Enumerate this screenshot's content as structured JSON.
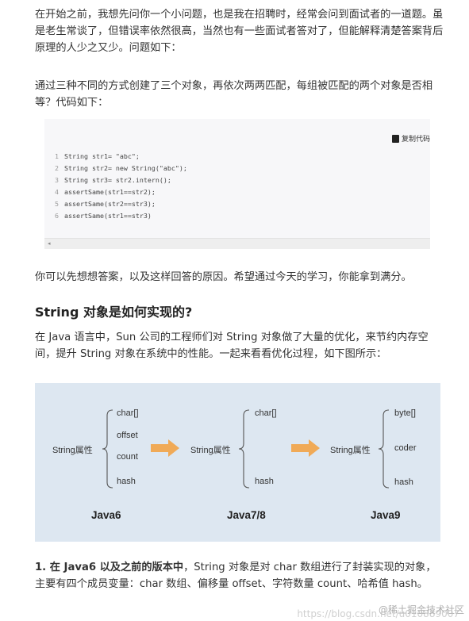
{
  "intro": {
    "p1": "在开始之前，我想先问你一个小问题，也是我在招聘时，经常会问到面试者的一道题。虽是老生常谈了，但错误率依然很高，当然也有一些面试者答对了，但能解释清楚答案背后原理的人少之又少。问题如下：",
    "p2": "通过三种不同的方式创建了三个对象，再依次两两匹配，每组被匹配的两个对象是否相等？代码如下："
  },
  "code": {
    "copy_label": "复制代码",
    "lines": [
      {
        "n": "1",
        "text": "String str1= \"abc\";"
      },
      {
        "n": "2",
        "text": "String str2= new String(\"abc\");"
      },
      {
        "n": "3",
        "text": "String str3= str2.intern();"
      },
      {
        "n": "4",
        "text": "assertSame(str1==str2);"
      },
      {
        "n": "5",
        "text": "assertSame(str2==str3);"
      },
      {
        "n": "6",
        "text": "assertSame(str1==str3)"
      }
    ],
    "scroll_arrow": "◂"
  },
  "p3": "你可以先想想答案，以及这样回答的原因。希望通过今天的学习，你能拿到满分。",
  "section_title": "String 对象是如何实现的?",
  "p5": "在 Java 语言中，Sun 公司的工程师们对 String 对象做了大量的优化，来节约内存空间，提升 String 对象在系统中的性能。一起来看看优化过程，如下图所示：",
  "diagram": {
    "java6": {
      "root": "String属性",
      "fields": [
        "char[]",
        "offset",
        "count",
        "hash"
      ],
      "label": "Java6"
    },
    "java7": {
      "root": "String属性",
      "fields": [
        "char[]",
        "hash"
      ],
      "label": "Java7/8"
    },
    "java9": {
      "root": "String属性",
      "fields": [
        "byte[]",
        "coder",
        "hash"
      ],
      "label": "Java9"
    },
    "arrow_color": "#f0aa57"
  },
  "p6": {
    "bold": "1. 在 Java6 以及之前的版本中",
    "rest": "，String 对象是对 char 数组进行了封装实现的对象，主要有四个成员变量：char 数组、偏移量 offset、字符数量 count、哈希值 hash。"
  },
  "watermark": {
    "line1": "@稀土掘金技术社区",
    "line2": "https://blog.csdn.net/u010889007"
  }
}
